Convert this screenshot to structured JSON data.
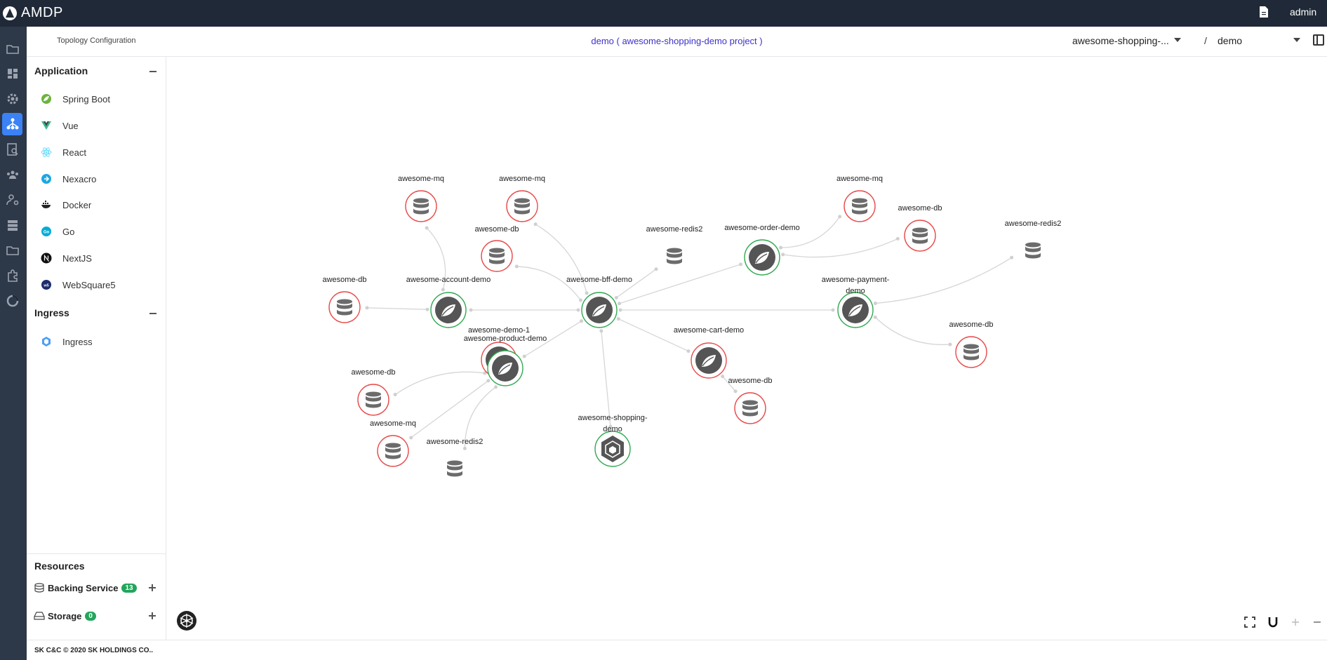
{
  "app": {
    "name": "AMDP",
    "user": "admin"
  },
  "header": {
    "page_title": "Topology Configuration",
    "context_prefix": "demo ",
    "context_project": "( awesome-shopping-demo project )",
    "project_select": "awesome-shopping-...",
    "separator": "/",
    "namespace_select": "demo"
  },
  "rail": [
    "folder-icon",
    "dashboard-icon",
    "settings-icon",
    "topology-icon",
    "report-icon",
    "team-icon",
    "user-settings-icon",
    "server-icon",
    "folder-icon",
    "plugin-icon",
    "loading-icon"
  ],
  "sidebar": {
    "application": {
      "title": "Application",
      "items": [
        {
          "label": "Spring Boot",
          "icon": "spring-boot-icon"
        },
        {
          "label": "Vue",
          "icon": "vue-icon"
        },
        {
          "label": "React",
          "icon": "react-icon"
        },
        {
          "label": "Nexacro",
          "icon": "nexacro-icon"
        },
        {
          "label": "Docker",
          "icon": "docker-icon"
        },
        {
          "label": "Go",
          "icon": "go-icon"
        },
        {
          "label": "NextJS",
          "icon": "nextjs-icon"
        },
        {
          "label": "WebSquare5",
          "icon": "websquare-icon"
        }
      ]
    },
    "ingress": {
      "title": "Ingress",
      "items": [
        {
          "label": "Ingress",
          "icon": "ingress-icon"
        }
      ]
    },
    "resources": {
      "title": "Resources",
      "backing": {
        "label": "Backing Service",
        "count": "13"
      },
      "storage": {
        "label": "Storage",
        "count": "0"
      }
    }
  },
  "topology": {
    "nodes": [
      {
        "id": "mq1",
        "label": "awesome-mq",
        "type": "db",
        "ring": "red"
      },
      {
        "id": "mq2",
        "label": "awesome-mq",
        "type": "db",
        "ring": "red"
      },
      {
        "id": "db1",
        "label": "awesome-db",
        "type": "db",
        "ring": "red"
      },
      {
        "id": "redis1",
        "label": "awesome-redis2",
        "type": "db",
        "ring": "none"
      },
      {
        "id": "order",
        "label": "awesome-order-demo",
        "type": "spring",
        "ring": "green"
      },
      {
        "id": "mq3",
        "label": "awesome-mq",
        "type": "db",
        "ring": "red"
      },
      {
        "id": "db2",
        "label": "awesome-db",
        "type": "db",
        "ring": "red"
      },
      {
        "id": "redis2",
        "label": "awesome-redis2",
        "type": "db",
        "ring": "none"
      },
      {
        "id": "db3",
        "label": "awesome-db",
        "type": "db",
        "ring": "red"
      },
      {
        "id": "account",
        "label": "awesome-account-demo",
        "type": "spring",
        "ring": "green"
      },
      {
        "id": "bff",
        "label": "awesome-bff-demo",
        "type": "spring",
        "ring": "green"
      },
      {
        "id": "payment",
        "label": "awesome-payment-\ndemo",
        "type": "spring",
        "ring": "green"
      },
      {
        "id": "demo1",
        "label": "awesome-demo-1",
        "type": "spring",
        "ring": "red"
      },
      {
        "id": "product",
        "label": "awesome-product-demo",
        "type": "spring",
        "ring": "green"
      },
      {
        "id": "cart",
        "label": "awesome-cart-demo",
        "type": "spring",
        "ring": "red"
      },
      {
        "id": "db4",
        "label": "awesome-db",
        "type": "db",
        "ring": "red"
      },
      {
        "id": "db5",
        "label": "awesome-db",
        "type": "db",
        "ring": "red"
      },
      {
        "id": "db6",
        "label": "awesome-db",
        "type": "db",
        "ring": "red"
      },
      {
        "id": "mq4",
        "label": "awesome-mq",
        "type": "db",
        "ring": "red"
      },
      {
        "id": "redis3",
        "label": "awesome-redis2",
        "type": "db",
        "ring": "none"
      },
      {
        "id": "shopping",
        "label": "awesome-shopping-\ndemo",
        "type": "ingress",
        "ring": "green"
      }
    ]
  },
  "footer": {
    "copyright": "SK C&C © 2020 SK HOLDINGS CO.."
  }
}
